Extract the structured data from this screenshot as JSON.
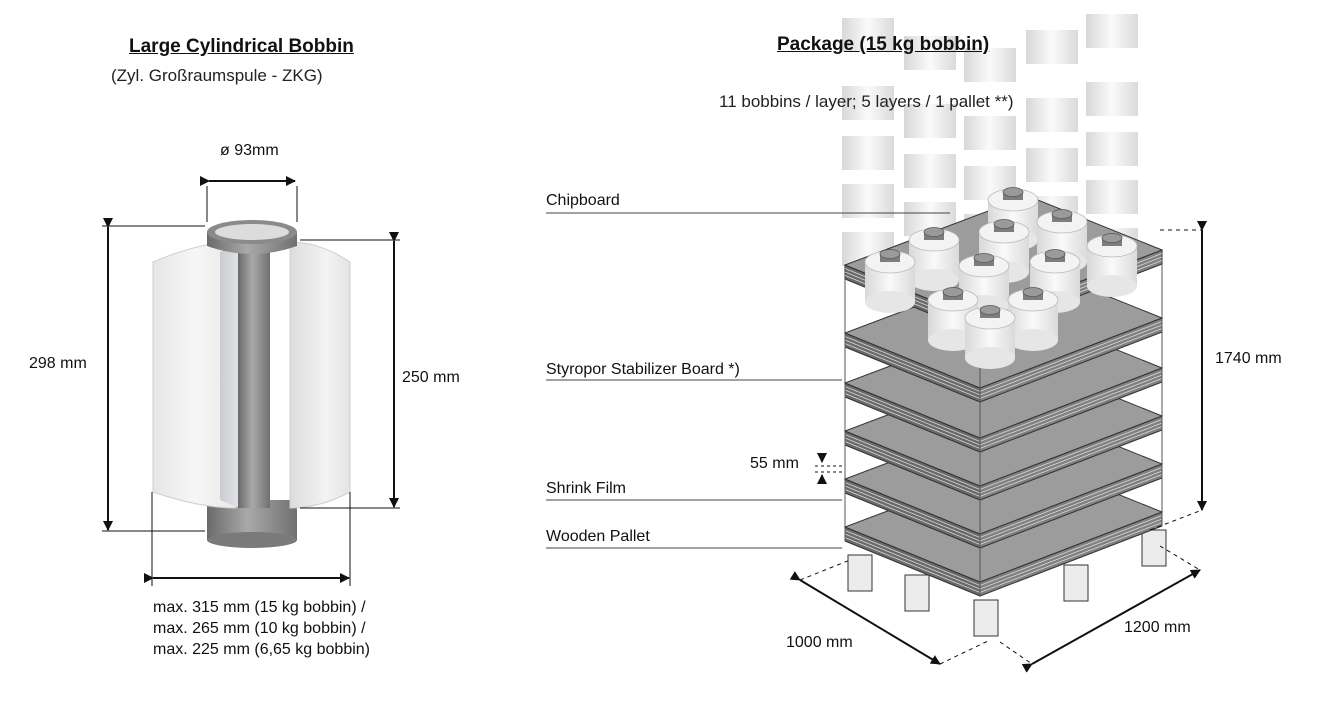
{
  "bobbin": {
    "title": "Large Cylindrical Bobbin",
    "subtitle": "(Zyl. Großraumspule - ZKG)",
    "diameter": "ø 93mm",
    "height_total": "298 mm",
    "height_body": "250 mm",
    "width_lines": [
      "max. 315 mm (15 kg bobbin) /",
      "max. 265 mm (10 kg bobbin) /",
      "max. 225 mm (6,65 kg bobbin)"
    ]
  },
  "package": {
    "title": "Package (15 kg bobbin)",
    "subtitle": "11 bobbins / layer; 5 layers / 1 pallet **)",
    "labels": {
      "chipboard": "Chipboard",
      "styropor": "Styropor Stabilizer Board *)",
      "gap": "55 mm",
      "shrink": "Shrink Film",
      "pallet": "Wooden Pallet"
    },
    "dim_height": "1740 mm",
    "dim_depth": "1000 mm",
    "dim_width": "1200 mm"
  },
  "colors": {
    "board": "#9c9c9c",
    "board_side": "#6a6a6a",
    "bobbin_body": "#ececec",
    "core": "#7d7d7d"
  }
}
